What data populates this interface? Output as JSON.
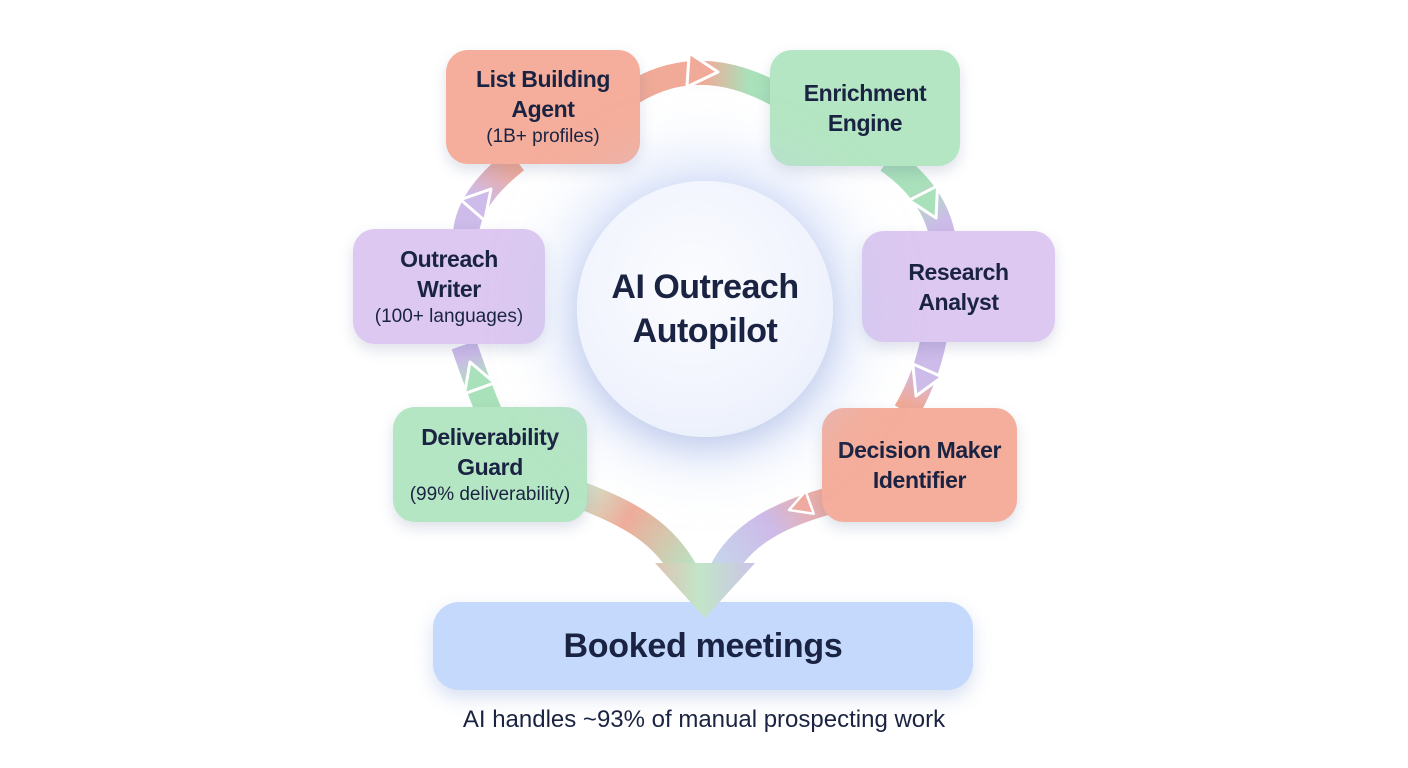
{
  "center": {
    "lines": [
      "AI Outreach",
      "Autopilot"
    ]
  },
  "nodes": [
    {
      "id": "list-building-agent",
      "title_lines": [
        "List Building",
        "Agent"
      ],
      "subtitle": "(1B+ profiles)",
      "color": "#F5AE9B"
    },
    {
      "id": "enrichment-engine",
      "title_lines": [
        "Enrichment",
        "Engine"
      ],
      "subtitle": "",
      "color": "#B5E6C3"
    },
    {
      "id": "research-analyst",
      "title_lines": [
        "Research",
        "Analyst"
      ],
      "subtitle": "",
      "color": "#DCC8F0"
    },
    {
      "id": "decision-maker-identifier",
      "title_lines": [
        "Decision Maker",
        "Identifier"
      ],
      "subtitle": "",
      "color": "#F5AE9B"
    },
    {
      "id": "deliverability-guard",
      "title_lines": [
        "Deliverability",
        "Guard"
      ],
      "subtitle": "(99% deliverability)",
      "color": "#B5E6C3"
    },
    {
      "id": "outreach-writer",
      "title_lines": [
        "Outreach",
        "Writer"
      ],
      "subtitle": "(100+ languages)",
      "color": "#DCC8F0"
    }
  ],
  "edges": [
    {
      "from": "outreach-writer",
      "to": "list-building-agent"
    },
    {
      "from": "list-building-agent",
      "to": "enrichment-engine"
    },
    {
      "from": "enrichment-engine",
      "to": "research-analyst"
    },
    {
      "from": "research-analyst",
      "to": "decision-maker-identifier"
    },
    {
      "from": "deliverability-guard",
      "to": "outreach-writer"
    },
    {
      "from": "decision-maker-identifier",
      "to": "booked-meetings"
    },
    {
      "from": "deliverability-guard",
      "to": "booked-meetings"
    }
  ],
  "outcome": {
    "label": "Booked meetings",
    "color": "#C4D9FC"
  },
  "caption": "AI handles ~93% of manual prospecting work",
  "colors": {
    "text": "#1A2342",
    "salmon": "#F5AE9B",
    "green": "#B5E6C3",
    "purple": "#DCC8F0",
    "blue": "#C4D9FC",
    "background": "#FFFFFF",
    "hub_fill": "#F1F4FD",
    "hub_glow": "#BECDF5"
  }
}
